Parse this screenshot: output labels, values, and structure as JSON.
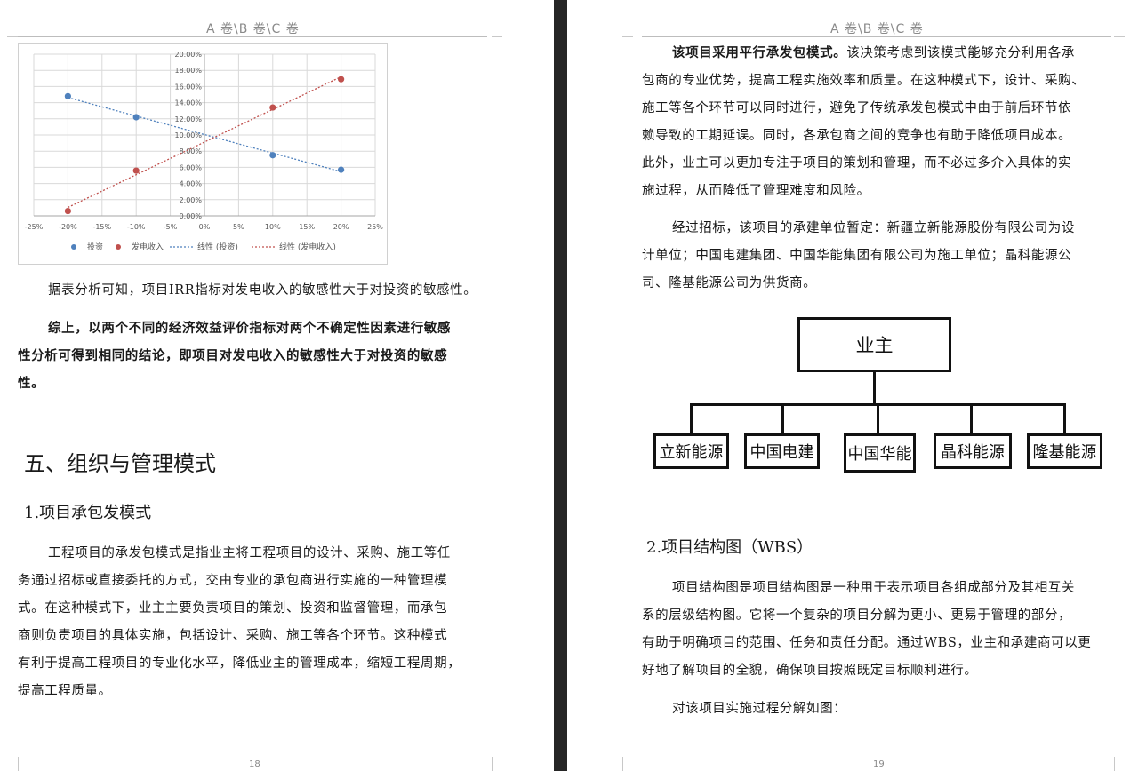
{
  "header": {
    "title": "A 卷\\B 卷\\C 卷"
  },
  "left_page": {
    "page_number": "18",
    "chart_data": {
      "type": "scatter",
      "x": [
        -20,
        -10,
        10,
        20
      ],
      "series": [
        {
          "name": "投资",
          "values": [
            14.8,
            12.2,
            7.5,
            5.7
          ],
          "color": "#4f81bd"
        },
        {
          "name": "发电收入",
          "values": [
            0.6,
            5.6,
            13.4,
            16.9
          ],
          "color": "#c0504d"
        }
      ],
      "trendlines": [
        {
          "name": "线性 (投资)",
          "color": "#4f81bd"
        },
        {
          "name": "线性 (发电收入)",
          "color": "#c0504d"
        }
      ],
      "x_ticks": [
        "-25%",
        "-20%",
        "-15%",
        "-10%",
        "-5%",
        "0%",
        "5%",
        "10%",
        "15%",
        "20%",
        "25%"
      ],
      "y_ticks": [
        "0.00%",
        "2.00%",
        "4.00%",
        "6.00%",
        "8.00%",
        "10.00%",
        "12.00%",
        "14.00%",
        "16.00%",
        "18.00%",
        "20.00%"
      ],
      "xlim": [
        -25,
        25
      ],
      "ylim": [
        0,
        20
      ],
      "grid": true,
      "legend": "bottom"
    },
    "p1": "据表分析可知，项目IRR指标对发电收入的敏感性大于对投资的敏感性。",
    "p2_lines": [
      "综上，以两个不同的经济效益评价指标对两个不确定性因素进行敏感",
      "性分析可得到相同的结论，即项目对发电收入的敏感性大于对投资的敏感",
      "性。"
    ],
    "h1": "五、组织与管理模式",
    "h2": "1.项目承包发模式",
    "p3_lines": [
      "工程项目的承发包模式是指业主将工程项目的设计、采购、施工等任",
      "务通过招标或直接委托的方式，交由专业的承包商进行实施的一种管理模",
      "式。在这种模式下，业主主要负责项目的策划、投资和监督管理，而承包",
      "商则负责项目的具体实施，包括设计、采购、施工等各个环节。这种模式",
      "有利于提高工程项目的专业化水平，降低业主的管理成本，缩短工程周期，",
      "提高工程质量。"
    ]
  },
  "right_page": {
    "page_number": "19",
    "p1_lead": "该项目采用平行承发包模式。",
    "p1_rest": "该决策考虑到该模式能够充分利用各承",
    "p1_lines": [
      "包商的专业优势，提高工程实施效率和质量。在这种模式下，设计、采购、",
      "施工等各个环节可以同时进行，避免了传统承发包模式中由于前后环节依",
      "赖导致的工期延误。同时，各承包商之间的竞争也有助于降低项目成本。",
      "此外，业主可以更加专注于项目的策划和管理，而不必过多介入具体的实",
      "施过程，从而降低了管理难度和风险。"
    ],
    "p2_lines": [
      "经过招标，该项目的承建单位暂定：新疆立新能源股份有限公司为设",
      "计单位；中国电建集团、中国华能集团有限公司为施工单位；晶科能源公",
      "司、隆基能源公司为供货商。"
    ],
    "org_chart": {
      "root": "业主",
      "children": [
        "立新能源",
        "中国电建",
        "中国华能",
        "晶科能源",
        "隆基能源"
      ]
    },
    "h2": "2.项目结构图（WBS）",
    "p3_lines": [
      "项目结构图是项目结构图是一种用于表示项目各组成部分及其相互关",
      "系的层级结构图。它将一个复杂的项目分解为更小、更易于管理的部分，",
      "有助于明确项目的范围、任务和责任分配。通过WBS，业主和承建商可以更",
      "好地了解项目的全貌，确保项目按照既定目标顺利进行。"
    ],
    "p4": "对该项目实施过程分解如图："
  }
}
